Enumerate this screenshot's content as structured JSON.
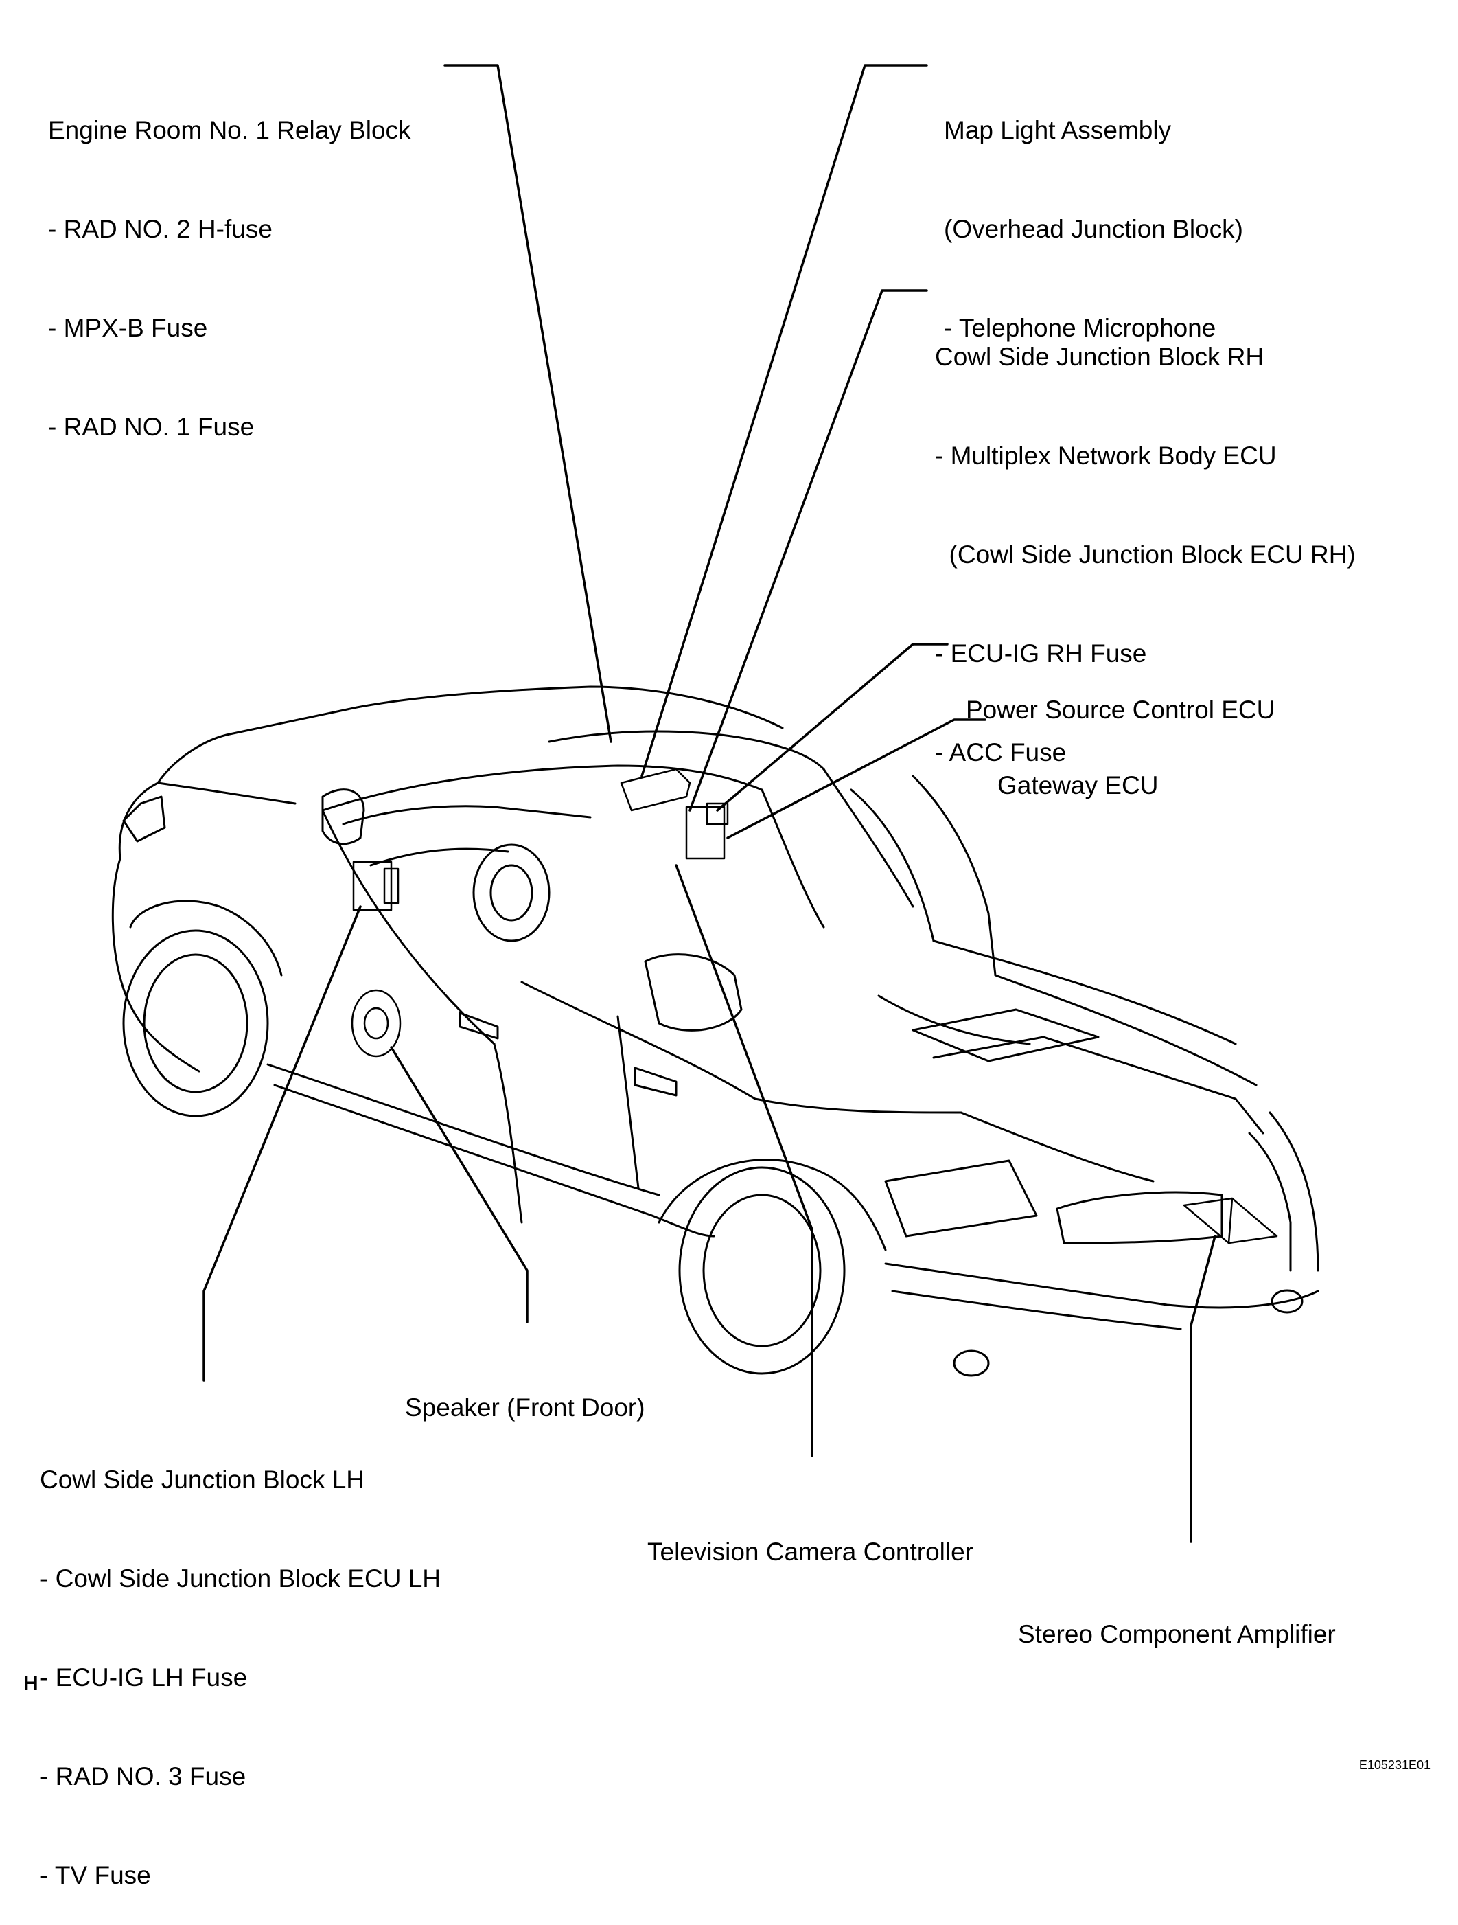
{
  "callouts": {
    "engine_room": {
      "title": "Engine Room No. 1 Relay Block",
      "items": [
        "- RAD NO. 2 H-fuse",
        "- MPX-B Fuse",
        "- RAD NO. 1 Fuse"
      ]
    },
    "map_light": {
      "title": "Map Light Assembly",
      "items": [
        "(Overhead Junction Block)",
        "- Telephone Microphone"
      ]
    },
    "cowl_rh": {
      "title": "Cowl Side Junction Block RH",
      "items": [
        "- Multiplex Network Body ECU",
        "  (Cowl Side Junction Block ECU RH)",
        "- ECU-IG RH Fuse",
        "- ACC Fuse"
      ]
    },
    "power_source": {
      "title": "Power Source Control ECU"
    },
    "gateway": {
      "title": "Gateway ECU"
    },
    "speaker": {
      "title": "Speaker (Front Door)"
    },
    "cowl_lh": {
      "title": "Cowl Side Junction Block LH",
      "items": [
        "- Cowl Side Junction Block ECU LH",
        "- ECU-IG LH Fuse",
        "- RAD NO. 3 Fuse",
        "- TV Fuse"
      ]
    },
    "tv_camera": {
      "title": "Television Camera Controller"
    },
    "stereo_amp": {
      "title": "Stereo Component Amplifier"
    }
  },
  "corner_mark": "H",
  "figure_id": "E105231E01",
  "line_color": "#000000"
}
